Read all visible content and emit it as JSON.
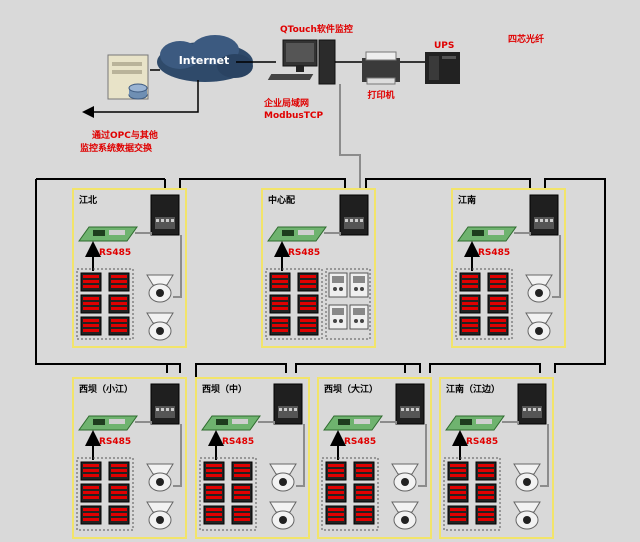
{
  "top": {
    "qtouch": "QTouch软件监控",
    "internet": "Internet",
    "ups": "UPS",
    "fiber": "四芯光纤",
    "lan_line1": "企业局域网",
    "lan_line2": "ModbusTCP",
    "printer": "打印机",
    "opc_line1": "通过OPC与其他",
    "opc_line2": "监控系统数据交换"
  },
  "rs485": "RS485",
  "stations": [
    {
      "name": "江北"
    },
    {
      "name": "中心配"
    },
    {
      "name": "江南"
    },
    {
      "name": "西坝（小江）"
    },
    {
      "name": "西坝（中）"
    },
    {
      "name": "西坝（大江）"
    },
    {
      "name": "江南（江边）"
    }
  ],
  "colors": {
    "background": "#d9d9d9",
    "station_border": "#f2e46a",
    "label_red": "#e00000",
    "line_black": "#000000",
    "line_gray": "#8c8c8c"
  }
}
